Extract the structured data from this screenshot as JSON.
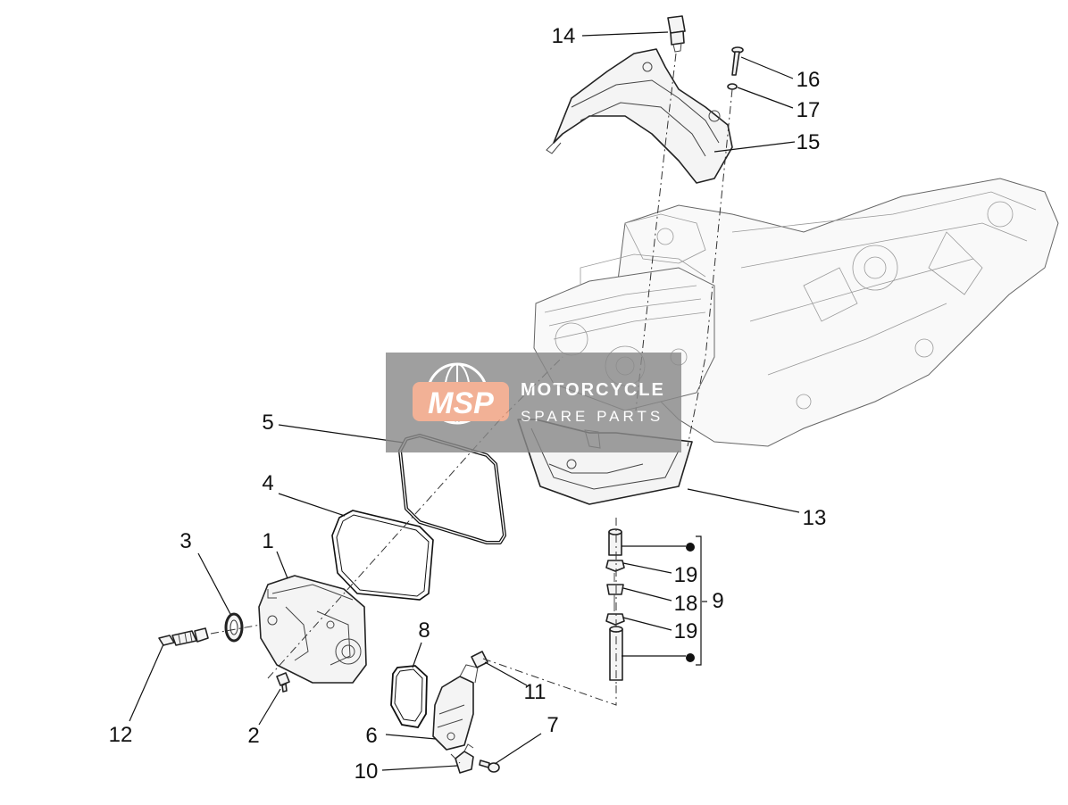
{
  "watermark": {
    "logo": "MSP",
    "line1": "MOTORCYCLE",
    "line2": "SPARE PARTS"
  },
  "callouts": [
    {
      "id": "1",
      "label": "1"
    },
    {
      "id": "2",
      "label": "2"
    },
    {
      "id": "3",
      "label": "3"
    },
    {
      "id": "4",
      "label": "4"
    },
    {
      "id": "5",
      "label": "5"
    },
    {
      "id": "6",
      "label": "6"
    },
    {
      "id": "7",
      "label": "7"
    },
    {
      "id": "8",
      "label": "8"
    },
    {
      "id": "9",
      "label": "9"
    },
    {
      "id": "10",
      "label": "10"
    },
    {
      "id": "11",
      "label": "11"
    },
    {
      "id": "12",
      "label": "12"
    },
    {
      "id": "13",
      "label": "13"
    },
    {
      "id": "14",
      "label": "14"
    },
    {
      "id": "15",
      "label": "15"
    },
    {
      "id": "16",
      "label": "16"
    },
    {
      "id": "17",
      "label": "17"
    },
    {
      "id": "18",
      "label": "18"
    },
    {
      "id": "19a",
      "label": "19"
    },
    {
      "id": "19b",
      "label": "19"
    }
  ],
  "colors": {
    "watermark_bg": "#8a8a8a",
    "watermark_accent": "#f0a080",
    "line": "#111111"
  }
}
